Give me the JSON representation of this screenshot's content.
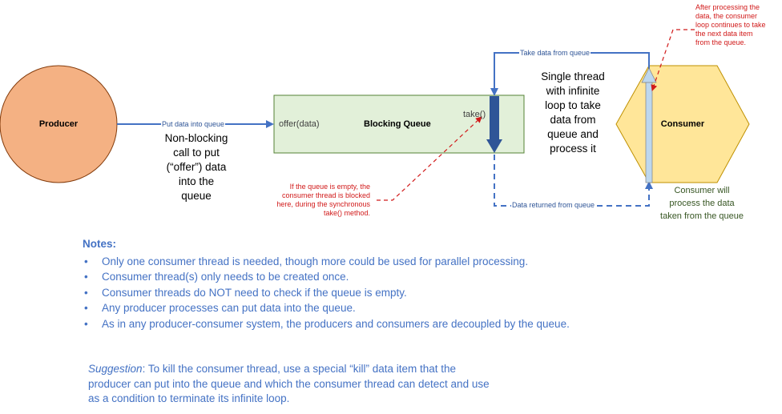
{
  "diagram": {
    "producer": {
      "label": "Producer"
    },
    "consumer": {
      "label": "Consumer"
    },
    "queue": {
      "label": "Blocking Queue",
      "offer_label": "offer(data)",
      "take_label": "take()"
    },
    "arrows": {
      "put_data": "Put data into queue",
      "take_data": "Take data from queue",
      "data_returned": "Data returned from queue"
    },
    "annotations": {
      "non_blocking": [
        "Non-blocking",
        "call to put",
        "(“offer”) data",
        "into the",
        "queue"
      ],
      "single_thread": [
        "Single thread",
        "with infinite",
        "loop to take",
        "data from",
        "queue and",
        "process it"
      ],
      "queue_empty": [
        "If the queue is empty, the",
        "consumer thread is blocked",
        "here, during the synchronous",
        "take() method."
      ],
      "after_processing": [
        "After processing the",
        "data, the consumer",
        "loop continues to take",
        "the next data item",
        "from the queue."
      ],
      "consumer_process": [
        "Consumer will",
        "process the data",
        "taken from the queue"
      ]
    },
    "colors": {
      "producer_fill": "#f4b183",
      "producer_stroke": "#843c0c",
      "consumer_fill": "#ffe699",
      "consumer_stroke": "#bf9000",
      "queue_fill": "#e2f0d9",
      "queue_stroke": "#548235",
      "arrow": "#4472c4",
      "take_arrow": "#2f5597",
      "annotation_red": "#d11a1a",
      "loop_arrow_fill": "#bdd7ee"
    }
  },
  "notes": {
    "title": "Notes:",
    "bullet": "•",
    "items": [
      "Only one consumer thread is needed, though more could be used for parallel processing.",
      "Consumer thread(s) only needs to be created once.",
      "Consumer threads do NOT need to check if the queue is empty.",
      "Any producer processes can put data into the queue.",
      "As in any producer-consumer system, the producers and consumers are decoupled by the queue."
    ]
  },
  "suggestion": {
    "label": "Suggestion",
    "text_line1": ":  To kill the consumer thread, use a special “kill”  data item that the",
    "text_line2": "producer can put into the queue and which the consumer thread can detect and use",
    "text_line3": "as a condition to terminate its infinite loop."
  }
}
